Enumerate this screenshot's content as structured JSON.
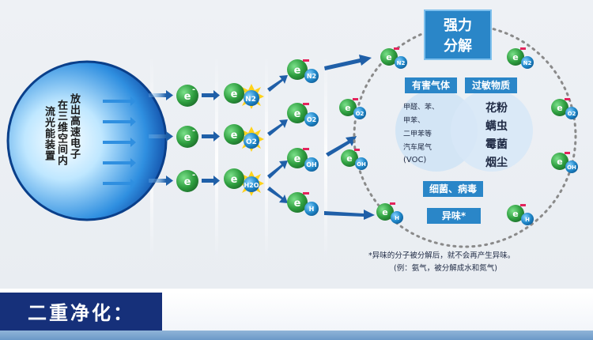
{
  "device": {
    "col1": "放出高速电子",
    "col2": "在三维空间内",
    "col3": "流光能装置"
  },
  "electron_symbol": "e",
  "electron_charge": "-",
  "molecules": {
    "n2": "N2",
    "o2": "O2",
    "h2o": "H2O",
    "oh": "OH",
    "h": "H"
  },
  "circle": {
    "main_title": "强力分解",
    "box_harmful": "有害气体",
    "box_allergen": "过敏物质",
    "harmful_items": [
      "甲醛、苯、",
      "甲苯、",
      "二甲苯等",
      "汽车尾气",
      "(VOC)"
    ],
    "allergen_items": [
      "花粉",
      "螨虫",
      "霉菌",
      "烟尘"
    ],
    "box_bacteria": "细菌、病毒",
    "box_odor": "异味*"
  },
  "notes": {
    "line1": "*异味的分子被分解后，就不会再产生异味。",
    "line2": "(例：氨气，被分解成水和氮气)"
  },
  "footer": {
    "title": "二重净化："
  },
  "colors": {
    "electron_green": "#2e9e3f",
    "molecule_blue": "#1f87c9",
    "arrow_blue": "#1f5fa8",
    "title_box": "#2a86c8"
  }
}
